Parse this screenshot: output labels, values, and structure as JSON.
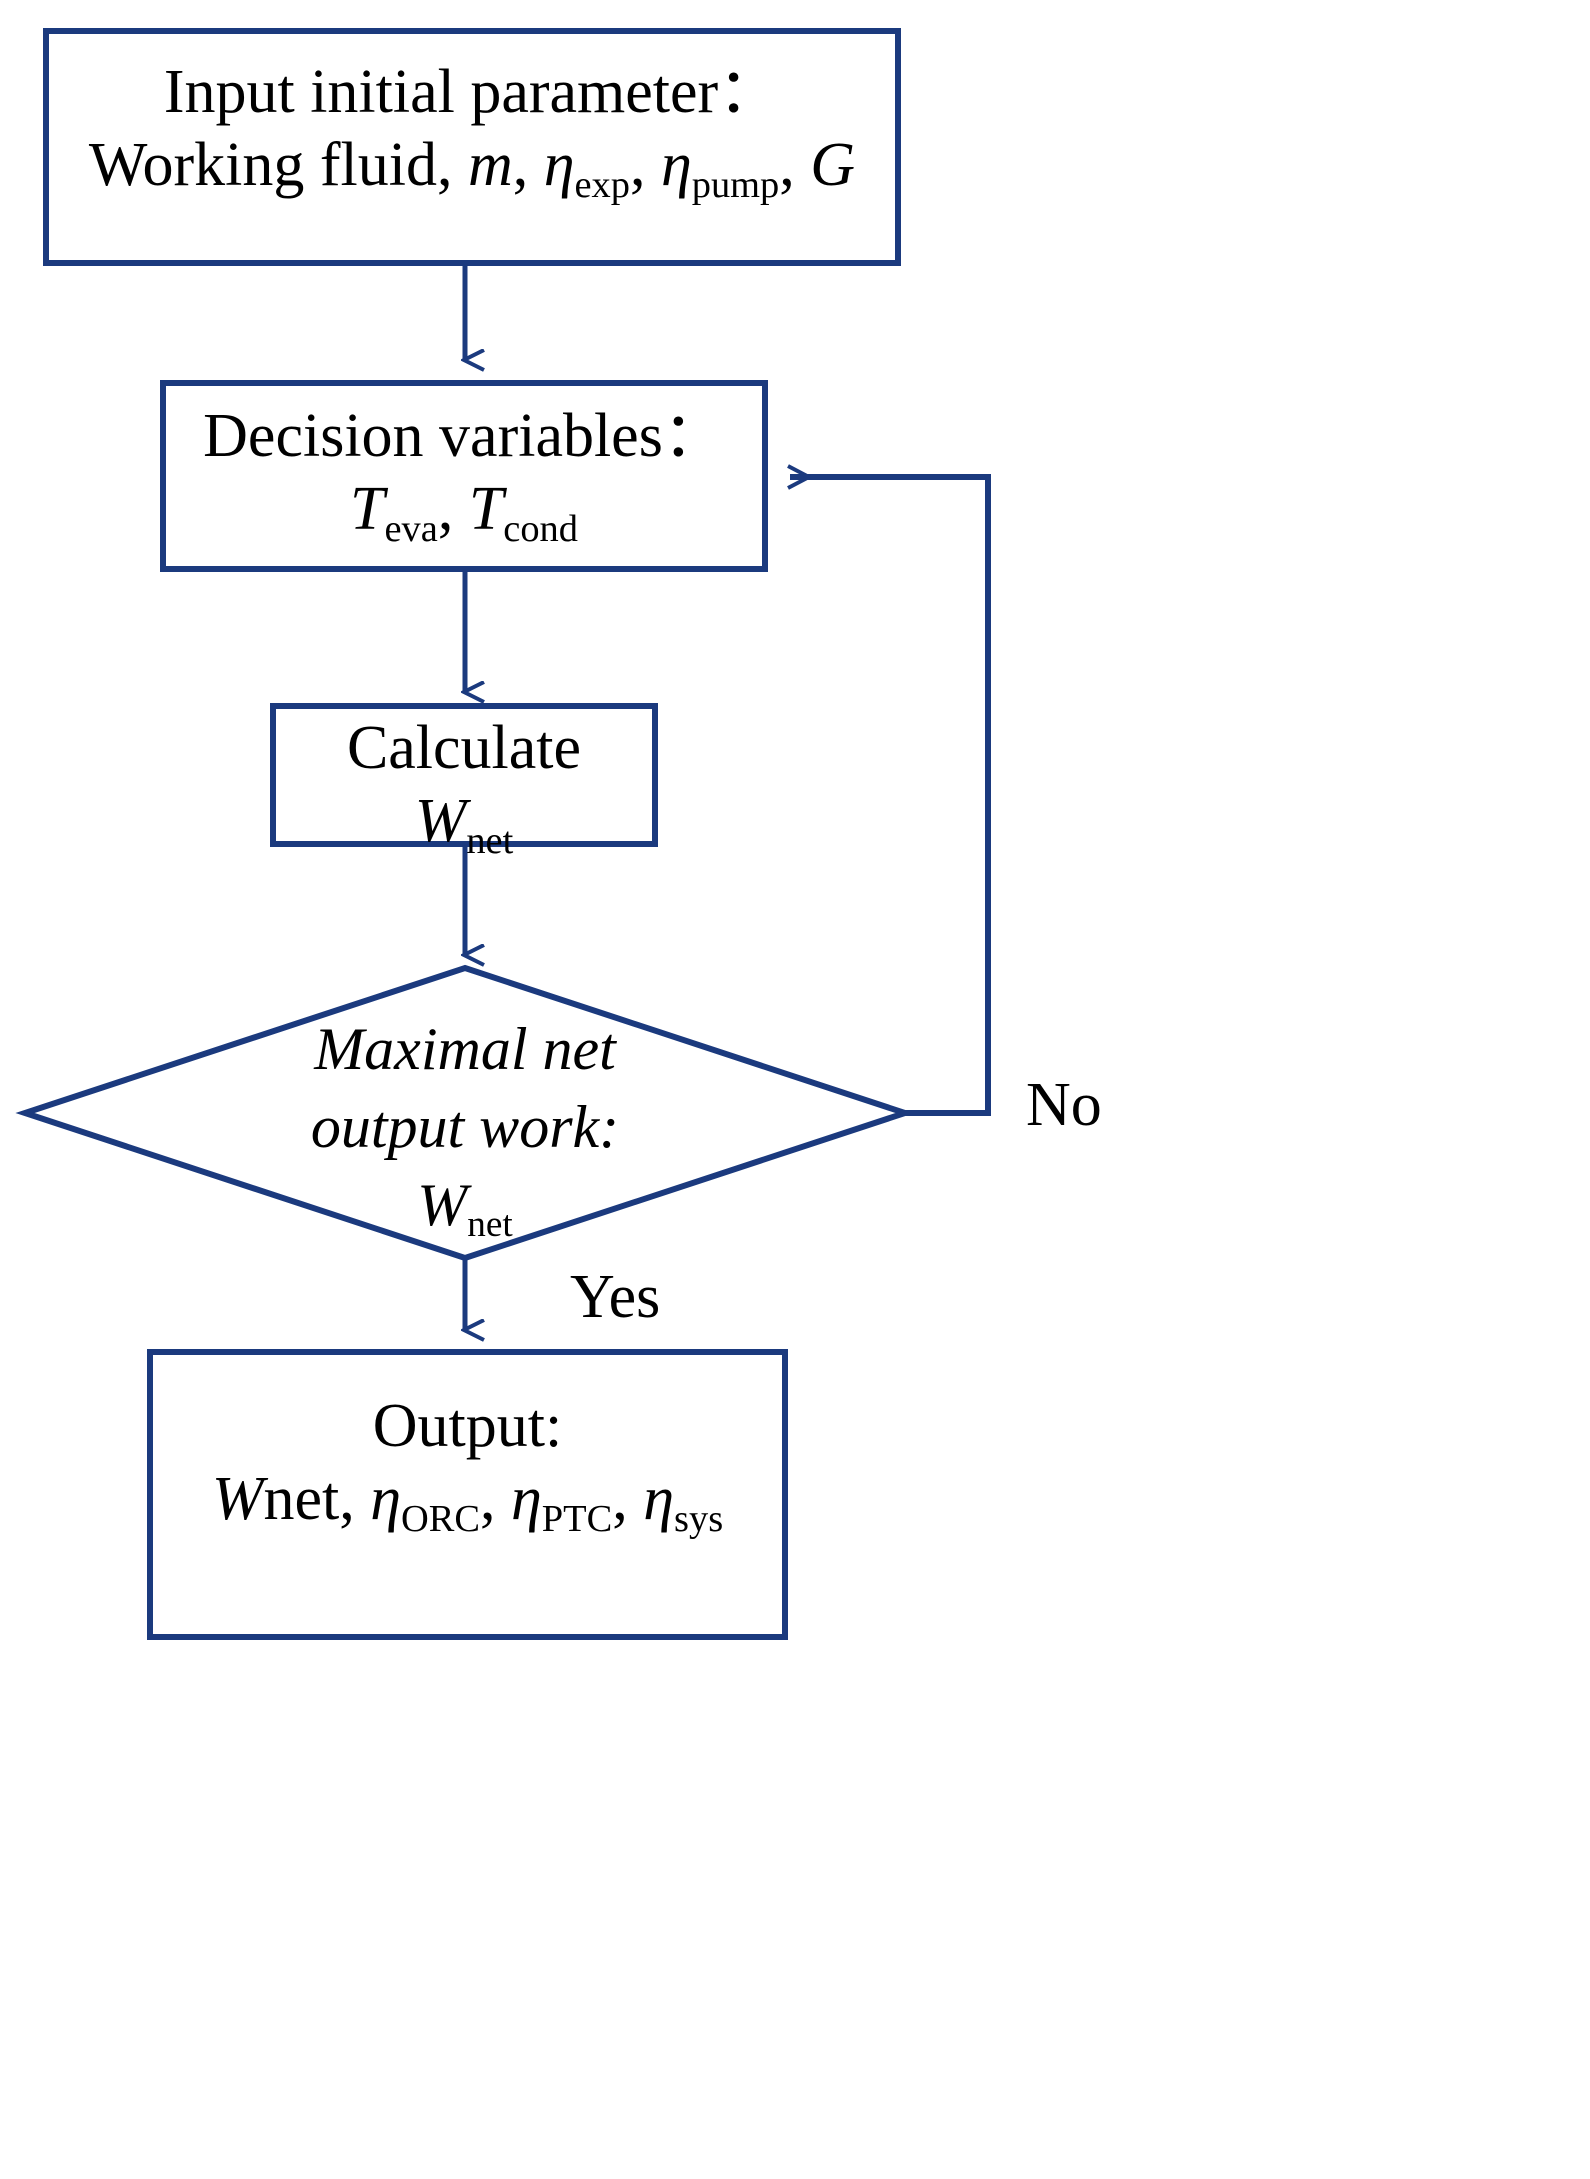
{
  "diagram": {
    "title": "ORC parameter optimization flowchart",
    "type": "flowchart",
    "stroke_color": "#1b3a7e",
    "text_color": "#000000",
    "background_color": "#ffffff"
  },
  "nodes": {
    "input": {
      "shape": "rectangle",
      "line1": "Input initial parameter：",
      "line2_prefix": "Working fluid, ",
      "line2_m": "m",
      "line2_sep1": ", ",
      "line2_eta1": "η",
      "line2_eta1_sub": "exp",
      "line2_sep2": ", ",
      "line2_eta2": "η",
      "line2_eta2_sub": "pump",
      "line2_sep3": ", ",
      "line2_G": "G"
    },
    "decision_variables": {
      "shape": "rectangle",
      "line1": "Decision variables：",
      "line2_T1": "T",
      "line2_T1_sub": "eva",
      "line2_sep": ", ",
      "line2_T2": "T",
      "line2_T2_sub": "cond"
    },
    "calculate": {
      "shape": "rectangle",
      "line1": "Calculate",
      "line2_W": "W",
      "line2_W_sub": "net"
    },
    "decision": {
      "shape": "diamond",
      "line1": "Maximal net",
      "line2": "output work:",
      "line3_W": "W",
      "line3_W_sub": "net"
    },
    "output": {
      "shape": "rectangle",
      "line1": "Output:",
      "line2_W": "W",
      "line2_net": "net",
      "line2_sep1": ", ",
      "line2_eta1": "η",
      "line2_eta1_sub": "ORC",
      "line2_sep2": ", ",
      "line2_eta2": "η",
      "line2_eta2_sub": "PTC",
      "line2_sep3": ", ",
      "line2_eta3": "η",
      "line2_eta3_sub": "sys"
    }
  },
  "edge_labels": {
    "no": "No",
    "yes": "Yes"
  },
  "chart_data": {
    "type": "table",
    "title": "ORC parameter optimization flowchart",
    "nodes": [
      {
        "id": "input",
        "shape": "rectangle",
        "text": "Input initial parameter： Working fluid, m, η_exp, η_pump, G"
      },
      {
        "id": "decision_variables",
        "shape": "rectangle",
        "text": "Decision variables： T_eva, T_cond"
      },
      {
        "id": "calculate",
        "shape": "rectangle",
        "text": "Calculate W_net"
      },
      {
        "id": "decision",
        "shape": "diamond",
        "text": "Maximal net output work: W_net"
      },
      {
        "id": "output",
        "shape": "rectangle",
        "text": "Output: Wnet, η_ORC, η_PTC, η_sys"
      }
    ],
    "edges": [
      {
        "from": "input",
        "to": "decision_variables",
        "label": ""
      },
      {
        "from": "decision_variables",
        "to": "calculate",
        "label": ""
      },
      {
        "from": "calculate",
        "to": "decision",
        "label": ""
      },
      {
        "from": "decision",
        "to": "output",
        "label": "Yes"
      },
      {
        "from": "decision",
        "to": "decision_variables",
        "label": "No"
      }
    ]
  }
}
